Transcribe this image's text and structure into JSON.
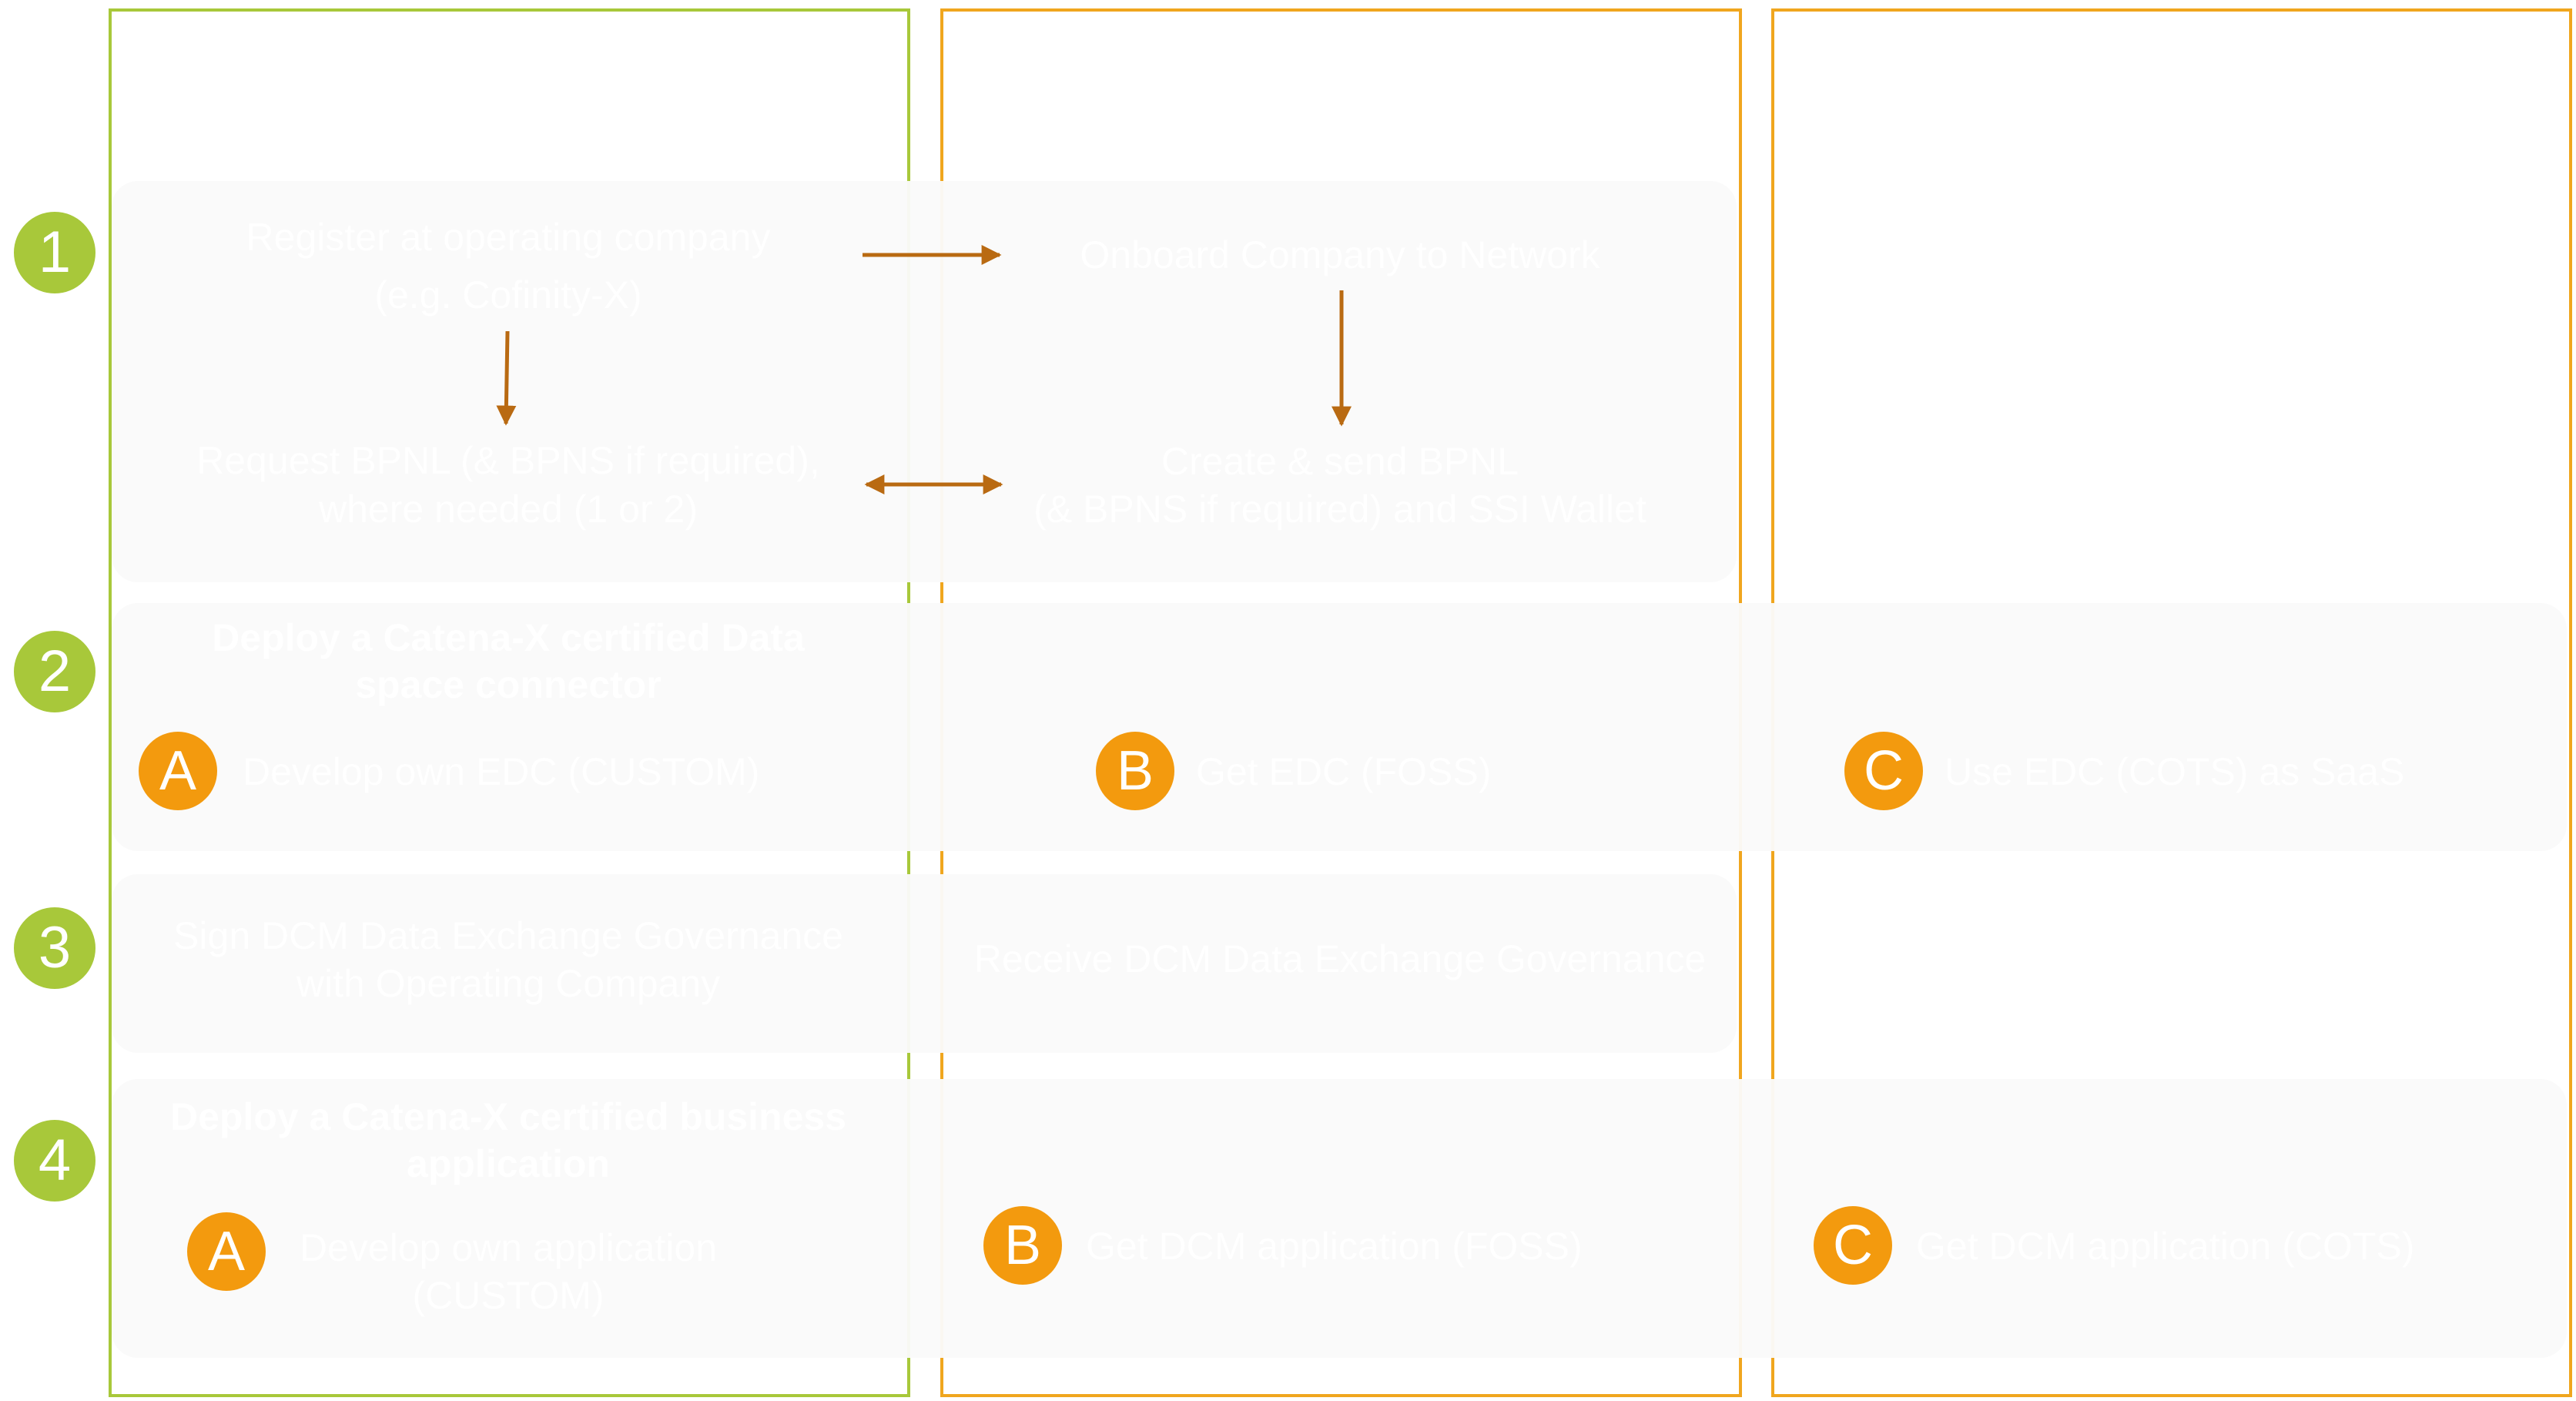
{
  "steps": [
    "1",
    "2",
    "3",
    "4"
  ],
  "row1": {
    "left_top": [
      "Register at operating company",
      "(e.g. Cofinity-X)"
    ],
    "left_bottom": [
      "Request BPNL (& BPNS if required),",
      "where needed (1 or 2)"
    ],
    "right_top": "Onboard Company to Network",
    "right_bottom": [
      "Create & send BPNL",
      "(& BPNS if required) and SSI Wallet"
    ]
  },
  "row2": {
    "title": [
      "Deploy a Catena-X certified Data",
      "space connector"
    ],
    "option_a": {
      "badge": "A",
      "label": "Develop own EDC (CUSTOM)"
    },
    "option_b": {
      "badge": "B",
      "label": "Get EDC (FOSS)"
    },
    "option_c": {
      "badge": "C",
      "label": "Use EDC (COTS) as SaaS"
    }
  },
  "row3": {
    "left": [
      "Sign DCM Data Exchange Governance",
      "with Operating Company"
    ],
    "right": "Receive DCM Data Exchange Governance"
  },
  "row4": {
    "title": [
      "Deploy a Catena-X certified business",
      "application"
    ],
    "option_a": {
      "badge": "A",
      "label": [
        "Develop own application",
        "(CUSTOM)"
      ]
    },
    "option_b": {
      "badge": "B",
      "label": "Get DCM application (FOSS)"
    },
    "option_c": {
      "badge": "C",
      "label": "Get DCM application (COTS)"
    }
  },
  "colors": {
    "green": "#a8c83a",
    "orange": "#f39a0e",
    "arrow": "#b96a12"
  }
}
